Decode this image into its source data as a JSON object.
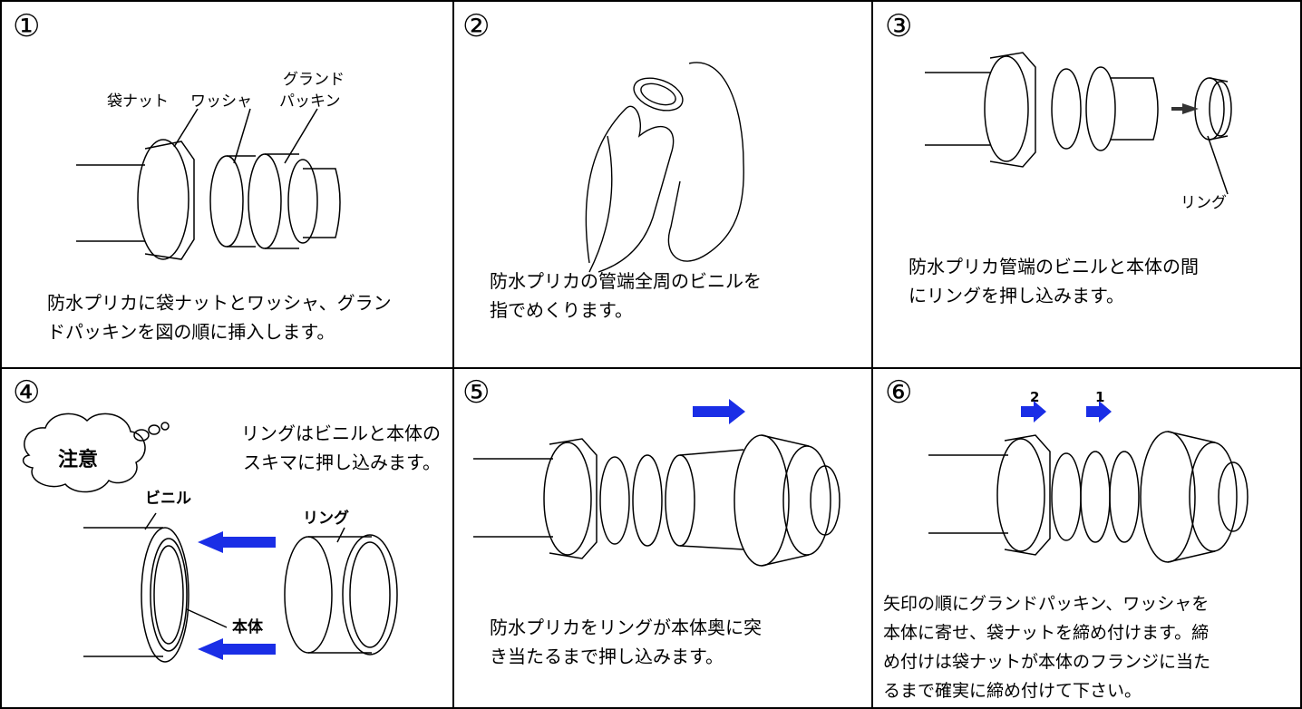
{
  "steps": [
    {
      "num": "①",
      "text": "防水プリカに袋ナットとワッシャ、グラン\nドパッキンを図の順に挿入します。",
      "labels": {
        "nut": "袋ナット",
        "washer": "ワッシャ",
        "gland1": "グランド",
        "gland2": "パッキン"
      }
    },
    {
      "num": "②",
      "text": "防水プリカの管端全周のビニルを\n指でめくります。"
    },
    {
      "num": "③",
      "text": "防水プリカ管端のビニルと本体の間\nにリングを押し込みます。",
      "labels": {
        "ring": "リング"
      }
    },
    {
      "num": "④",
      "note_title": "注意",
      "note_text": "リングはビニルと本体の\nスキマに押し込みます。",
      "labels": {
        "vinyl": "ビニル",
        "ring": "リング",
        "body": "本体"
      }
    },
    {
      "num": "⑤",
      "text": "防水プリカをリングが本体奥に突\nき当たるまで押し込みます。"
    },
    {
      "num": "⑥",
      "text": "矢印の順にグランドパッキン、ワッシャを\n本体に寄せ、袋ナットを締め付けます。締\nめ付けは袋ナットが本体のフランジに当た\nるまで確実に締め付けて下さい。",
      "arrows": [
        "2",
        "1"
      ]
    }
  ],
  "colors": {
    "arrow_blue": "#1a2ee6",
    "line": "#000000"
  }
}
